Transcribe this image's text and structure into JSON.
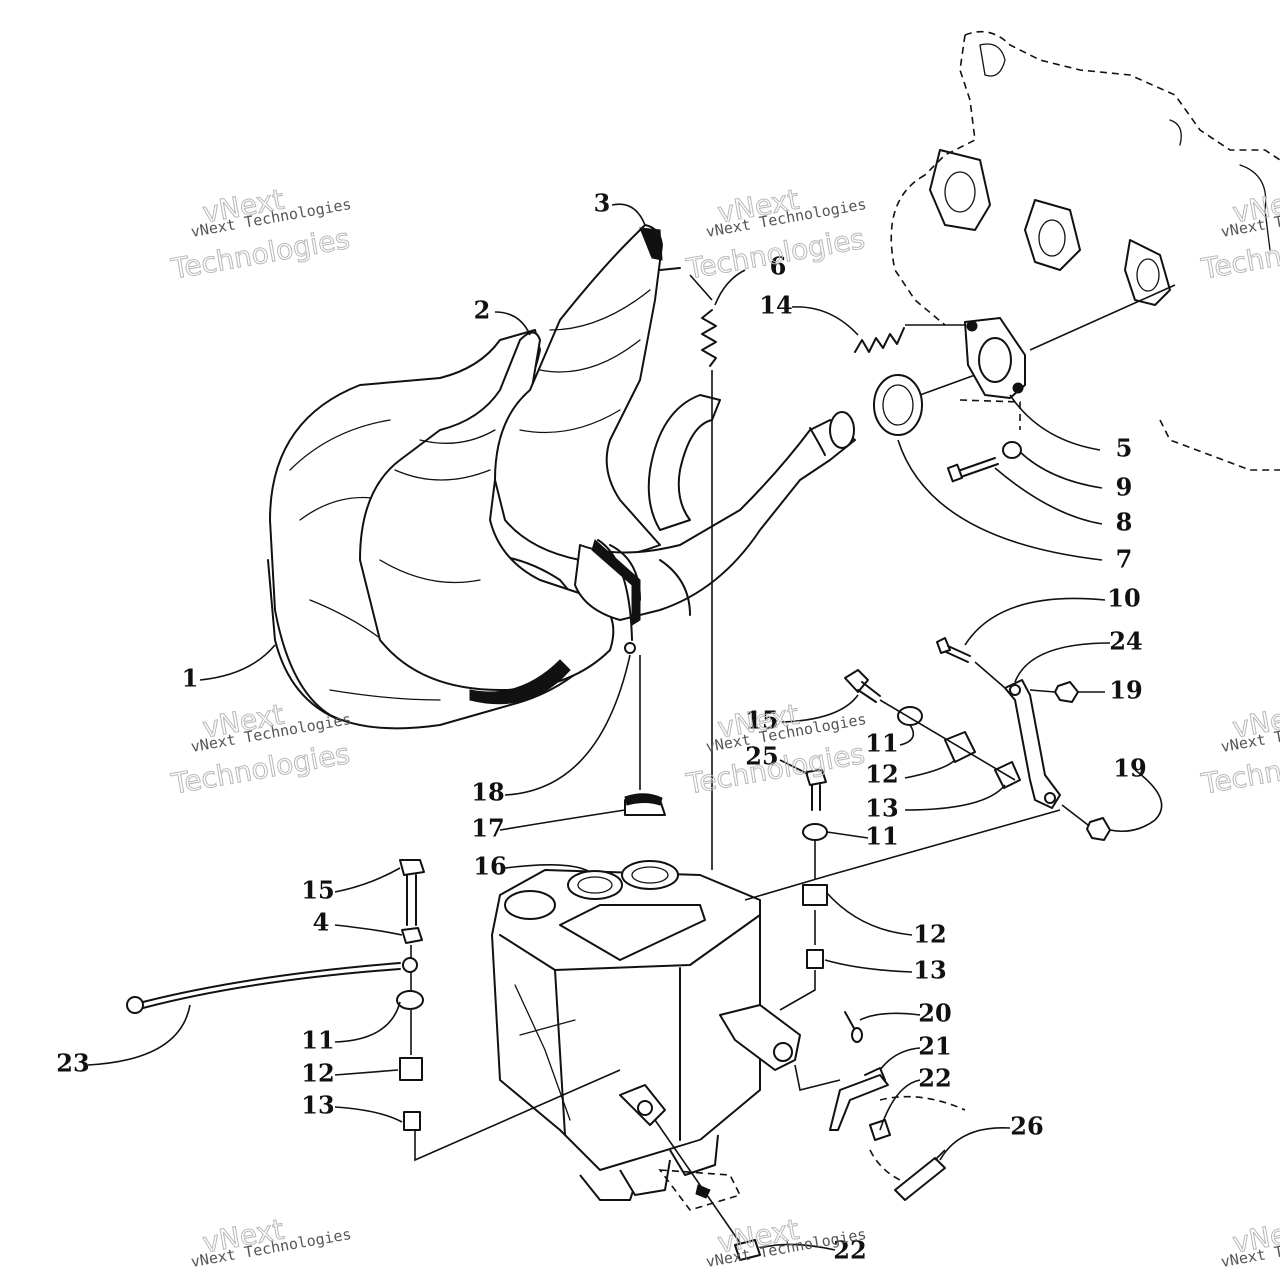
{
  "watermark": {
    "line_small": "vNext Technologies",
    "line_big": "Technologies",
    "logo_word": "vNext"
  },
  "callouts": [
    "1",
    "2",
    "3",
    "4",
    "5",
    "6",
    "7",
    "8",
    "9",
    "10",
    "11",
    "11",
    "11",
    "12",
    "12",
    "12",
    "13",
    "13",
    "13",
    "14",
    "15",
    "15",
    "16",
    "17",
    "18",
    "19",
    "19",
    "20",
    "21",
    "22",
    "22",
    "23",
    "24",
    "25",
    "26"
  ],
  "colors": {
    "ink": "#111111",
    "watermark": "#b8b8b8",
    "background": "#ffffff"
  }
}
